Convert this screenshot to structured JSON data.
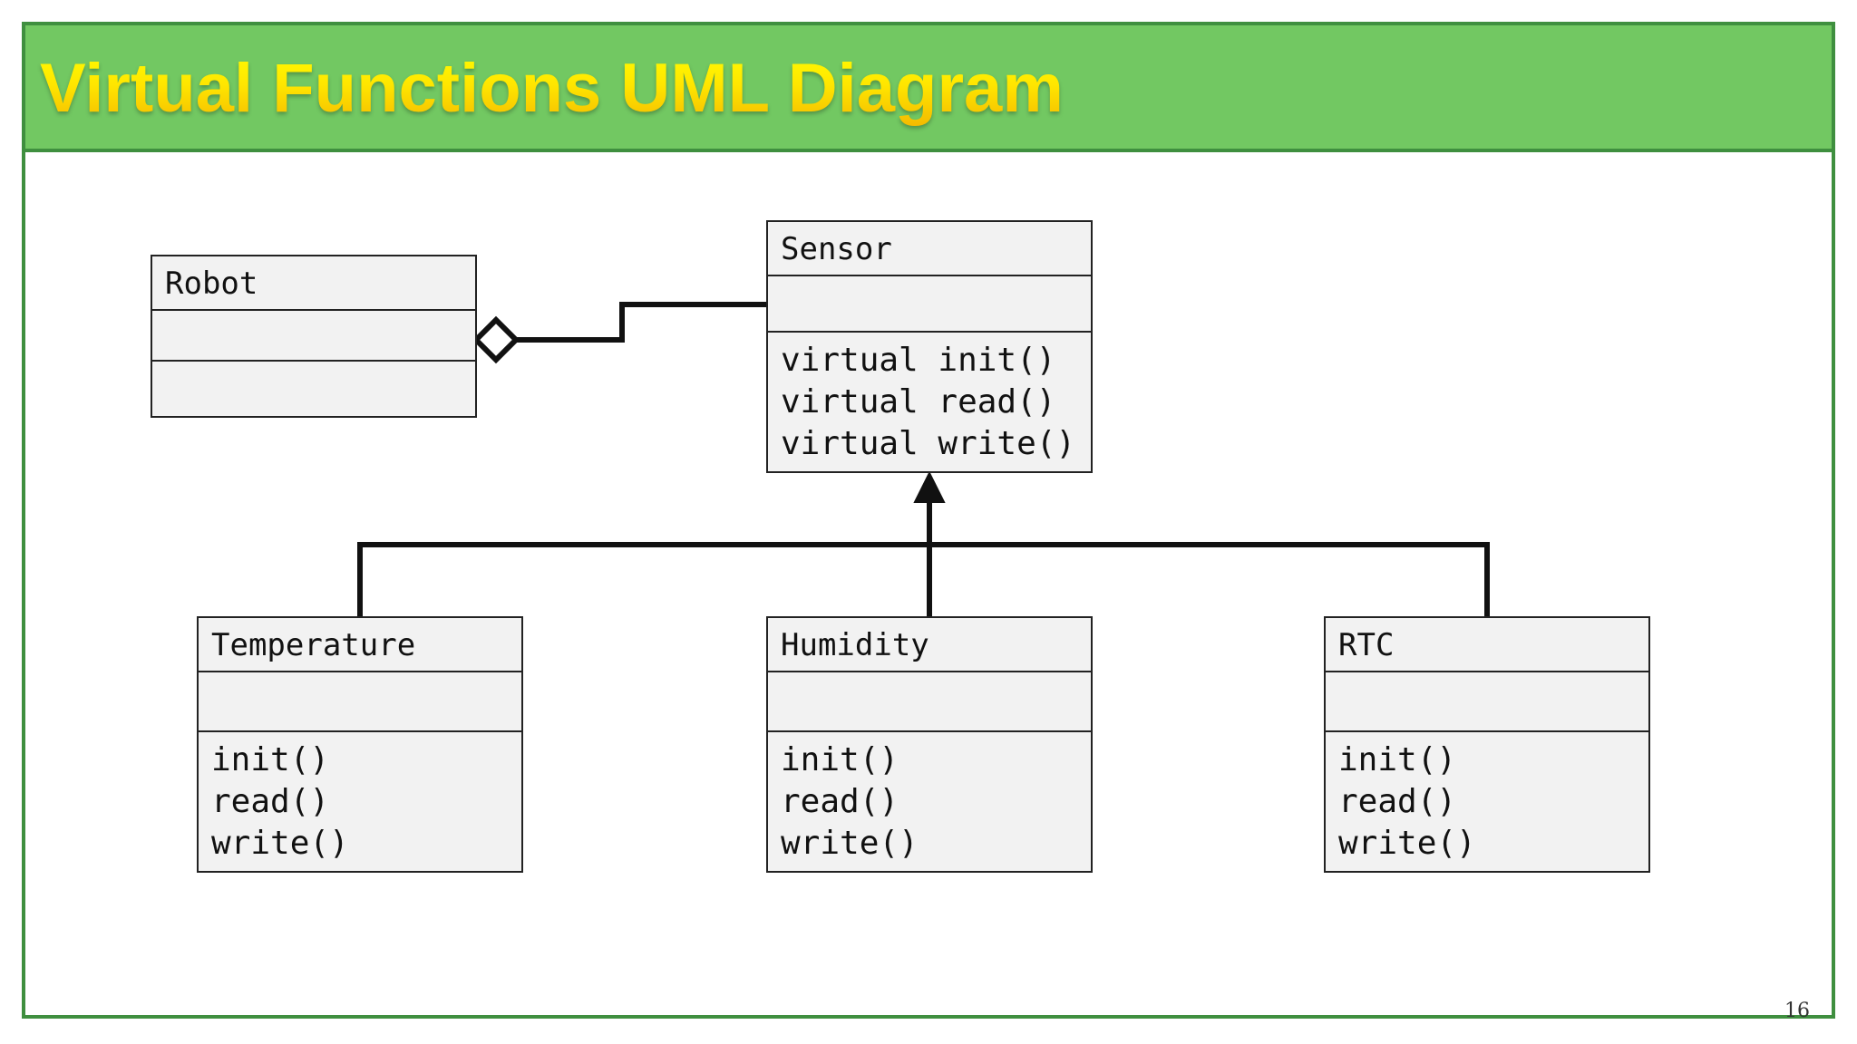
{
  "slide": {
    "title": "Virtual Functions UML Diagram",
    "page_number": "16"
  },
  "colors": {
    "title_bar": "#72c862",
    "frame_border": "#3f8f3f",
    "title_text_top": "#ffff00",
    "title_text_bottom": "#f2b400",
    "class_fill": "#f2f2f2",
    "line": "#111111"
  },
  "classes": {
    "robot": {
      "name": "Robot",
      "operations": []
    },
    "sensor": {
      "name": "Sensor",
      "operations": [
        "virtual init()",
        "virtual read()",
        "virtual write()"
      ]
    },
    "temperature": {
      "name": "Temperature",
      "operations": [
        "init()",
        "read()",
        "write()"
      ]
    },
    "humidity": {
      "name": "Humidity",
      "operations": [
        "init()",
        "read()",
        "write()"
      ]
    },
    "rtc": {
      "name": "RTC",
      "operations": [
        "init()",
        "read()",
        "write()"
      ]
    }
  },
  "relationships": [
    {
      "type": "aggregation",
      "from": "robot",
      "to": "sensor"
    },
    {
      "type": "inheritance",
      "from": "temperature",
      "to": "sensor"
    },
    {
      "type": "inheritance",
      "from": "humidity",
      "to": "sensor"
    },
    {
      "type": "inheritance",
      "from": "rtc",
      "to": "sensor"
    }
  ]
}
